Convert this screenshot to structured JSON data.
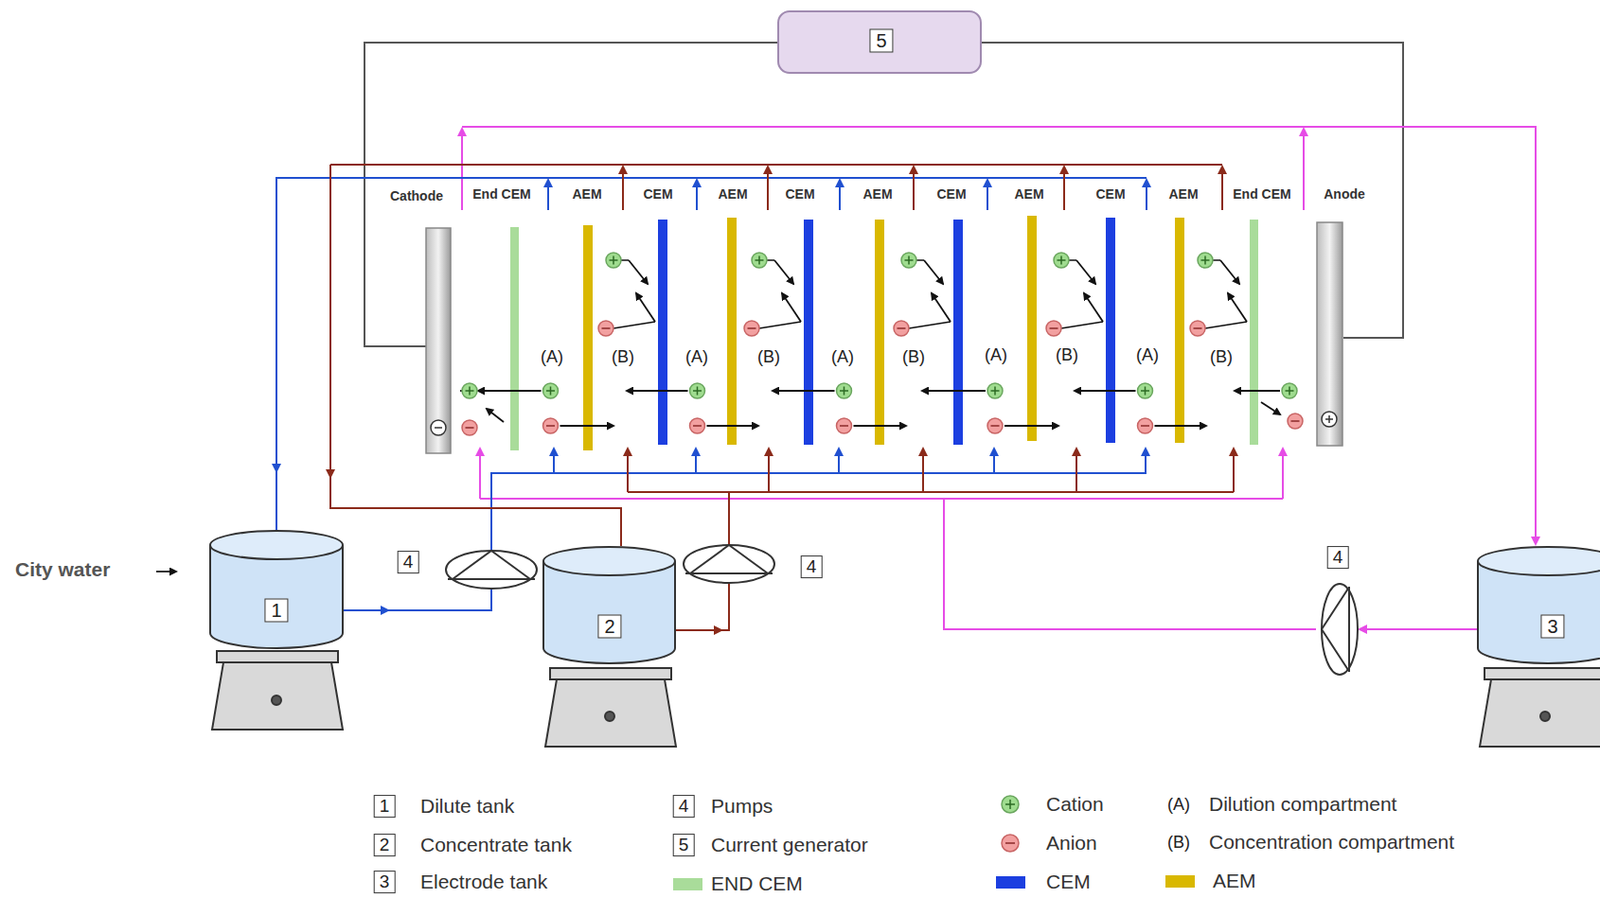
{
  "diagram": {
    "nodes": [
      {
        "text": [
          "5"
        ]
      },
      {
        "text": [
          "1"
        ]
      },
      {
        "text": [
          "2"
        ]
      },
      {
        "text": [
          "3"
        ]
      }
    ],
    "labels": [
      "City water",
      "Cathode",
      "End CEM",
      "AEM",
      "CEM",
      "AEM",
      "CEM",
      "AEM",
      "CEM",
      "AEM",
      "CEM",
      "AEM",
      "End CEM",
      "Anode",
      "(A)",
      "(B)",
      "(A)",
      "(B)",
      "(A)",
      "(B)",
      "(A)",
      "(B)",
      "(A)",
      "(B)",
      "4",
      "4",
      "4",
      "1",
      "2",
      "3",
      "4",
      "5",
      "(A)",
      "(B)"
    ],
    "legend": [
      {
        "text": "Dilute tank"
      },
      {
        "text": "Concentrate tank"
      },
      {
        "text": "Electrode tank"
      },
      {
        "text": "Pumps"
      },
      {
        "text": "Current generator"
      },
      {
        "text": "END CEM",
        "color": "#a9dc9a"
      },
      {
        "text": "Cation"
      },
      {
        "text": "Anion"
      },
      {
        "text": "CEM",
        "color": "#1c3fe0"
      },
      {
        "text": "Dilution compartment"
      },
      {
        "text": "Concentration compartment"
      },
      {
        "text": "AEM",
        "color": "#d9b800"
      }
    ]
  }
}
